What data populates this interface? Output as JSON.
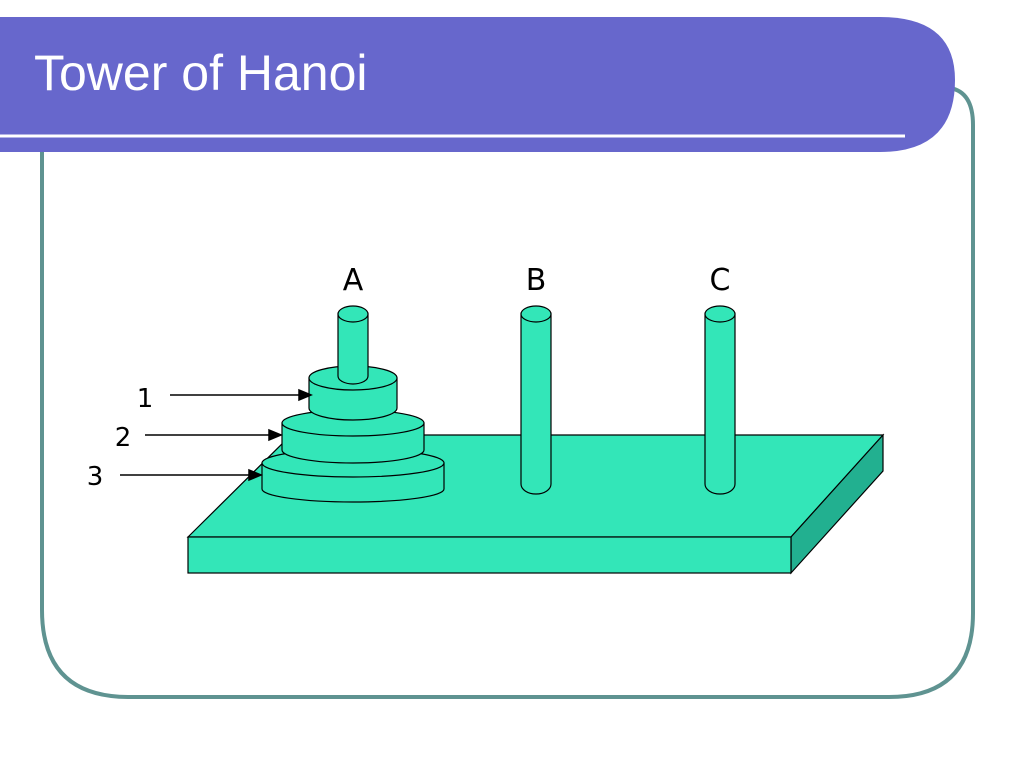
{
  "slide": {
    "title": "Tower of Hanoi",
    "colors": {
      "title_bar": "#6767cc",
      "frame_border": "#5f9391",
      "diagram_fill": "#33e6b8",
      "outline": "#000000"
    }
  },
  "diagram": {
    "pegs": [
      {
        "label": "A"
      },
      {
        "label": "B"
      },
      {
        "label": "C"
      }
    ],
    "disks": [
      {
        "label": "1"
      },
      {
        "label": "2"
      },
      {
        "label": "3"
      }
    ]
  }
}
